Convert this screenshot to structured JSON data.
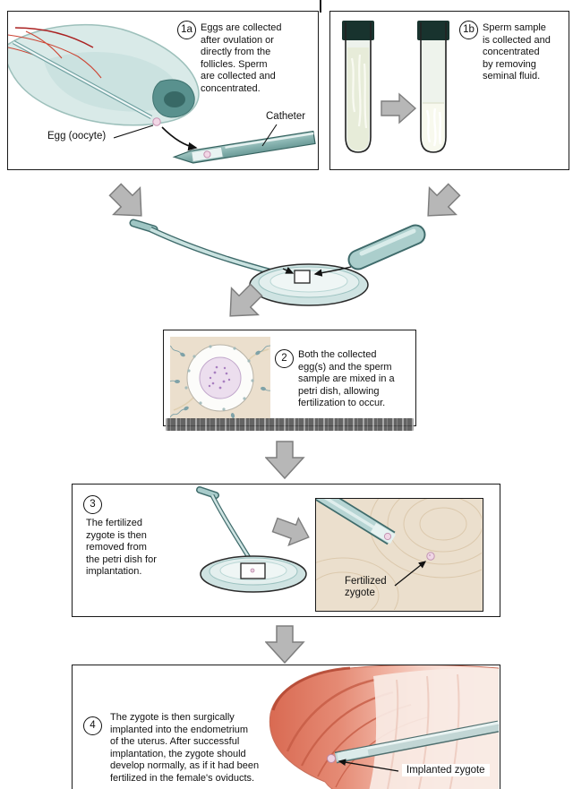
{
  "steps": {
    "s1a": {
      "num": "1a",
      "text": "Eggs are collected\nafter ovulation or\ndirectly from the\nfollicles. Sperm\nare collected and\nconcentrated."
    },
    "s1b": {
      "num": "1b",
      "text": "Sperm sample\nis collected and\nconcentrated\nby removing\nseminal fluid."
    },
    "s2": {
      "num": "2",
      "text": "Both the collected\negg(s) and the sperm\nsample are mixed in a\npetri dish, allowing\nfertilization to occur."
    },
    "s3": {
      "num": "3",
      "text": "The fertilized\nzygote is then\nremoved from\nthe petri dish for\nimplantation."
    },
    "s4": {
      "num": "4",
      "text": "The zygote is then surgically\nimplanted into the endometrium\nof the uterus. After successful\nimplantation, the zygote should\ndevelop normally, as if it had been\nfertilized in the female's oviducts."
    }
  },
  "labels": {
    "egg_oocyte": "Egg (oocyte)",
    "catheter": "Catheter",
    "fertilized_zygote": "Fertilized\nzygote",
    "implanted_zygote": "Implanted zygote"
  },
  "colors": {
    "panel_border": "#1a1a1a",
    "arrow_gray": "#b7b7b7",
    "teal_light": "#cfe3e2",
    "teal_dark": "#3f6b6b",
    "beige": "#ebdfcd",
    "uterus_coral": "#d96a52",
    "zygote_pink": "#f0d6e5"
  }
}
